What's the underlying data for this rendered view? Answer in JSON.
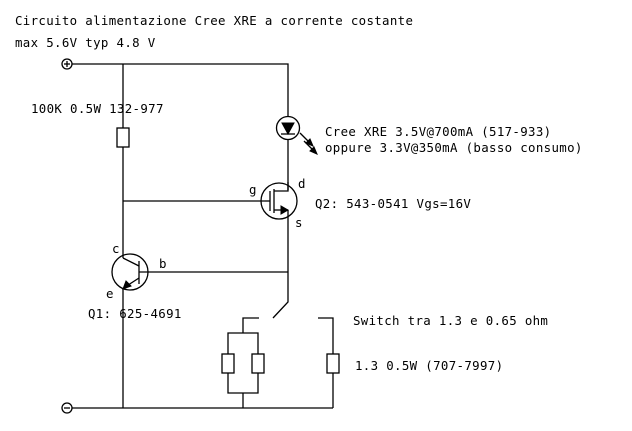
{
  "title": {
    "line1": "Circuito alimentazione Cree XRE a corrente costante",
    "line2": "max 5.6V typ 4.8 V"
  },
  "terminals": {
    "positive": "+",
    "negative": "−"
  },
  "components": {
    "r_bias": {
      "label": "100K 0.5W 132-977"
    },
    "led": {
      "label_line1": "Cree XRE 3.5V@700mA (517-933)",
      "label_line2": "oppure 3.3V@350mA (basso consumo)"
    },
    "q2": {
      "label": "Q2: 543-0541 Vgs=16V",
      "pin_g": "g",
      "pin_d": "d",
      "pin_s": "s"
    },
    "q1": {
      "label": "Q1: 625-4691",
      "pin_c": "c",
      "pin_b": "b",
      "pin_e": "e"
    },
    "switch": {
      "label": "Switch tra 1.3 e 0.65 ohm"
    },
    "r_sense": {
      "label": "1.3 0.5W (707-7997)"
    }
  },
  "colors": {
    "ink": "#000000",
    "background": "#ffffff"
  }
}
